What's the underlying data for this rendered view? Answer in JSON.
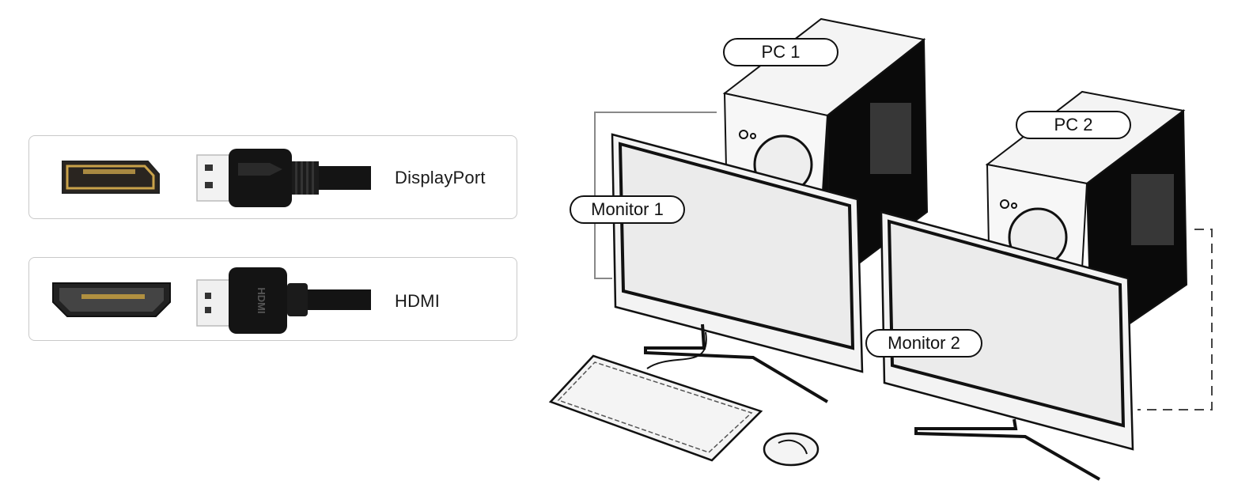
{
  "connectors": [
    {
      "id": "displayport",
      "label": "DisplayPort",
      "icon": "displayport-plug-icon",
      "port_color": "#c9a24a"
    },
    {
      "id": "hdmi",
      "label": "HDMI",
      "icon": "hdmi-plug-icon",
      "plug_marking": "HDMI",
      "port_color": "#6b6b6b"
    }
  ],
  "diagram": {
    "labels": {
      "pc1": "PC 1",
      "pc2": "PC 2",
      "monitor1": "Monitor 1",
      "monitor2": "Monitor 2"
    },
    "devices": [
      "pc-tower-icon",
      "pc-tower-icon",
      "monitor-icon",
      "monitor-icon",
      "keyboard-icon",
      "mouse-icon"
    ]
  }
}
